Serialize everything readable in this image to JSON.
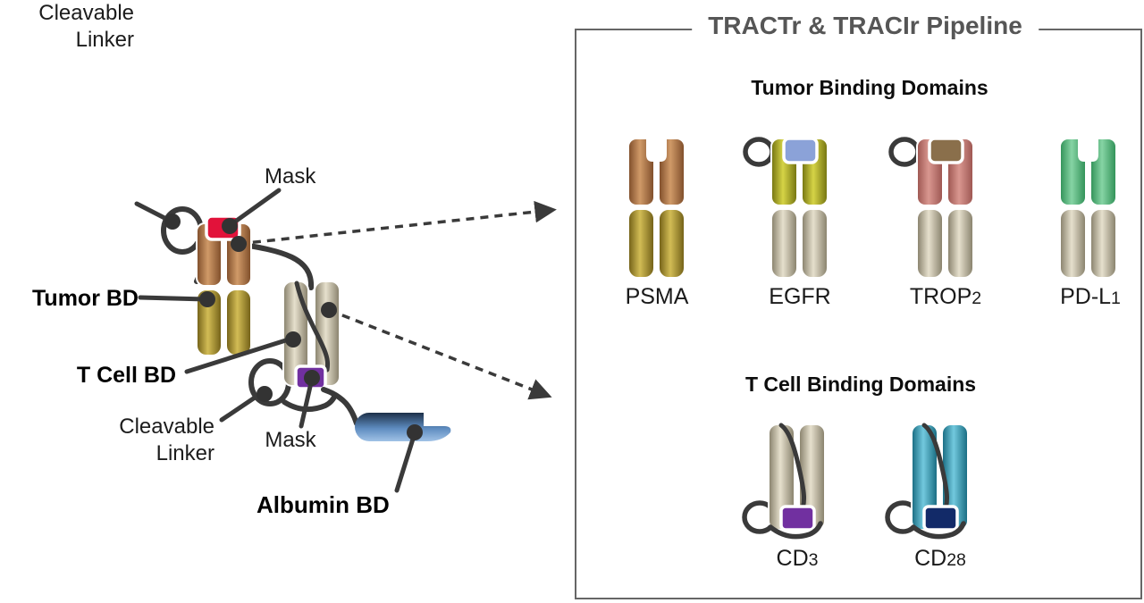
{
  "panel": {
    "title": "TRACTr & TRACIr Pipeline",
    "tumor_section": {
      "heading": "Tumor Binding Domains",
      "items": [
        {
          "label": "PSMA",
          "style": "notched",
          "top_color": "copper",
          "bottom_color": "gold"
        },
        {
          "label": "EGFR",
          "style": "masked",
          "top_color": "olive",
          "bottom_color": "tan",
          "mask_color": "periwinkle"
        },
        {
          "label": "TROP2",
          "style": "masked",
          "top_color": "rose",
          "bottom_color": "tan",
          "mask_color": "brown"
        },
        {
          "label": "PD-L1",
          "style": "notched",
          "top_color": "green",
          "bottom_color": "tan"
        }
      ]
    },
    "tcell_section": {
      "heading": "T Cell Binding Domains",
      "items": [
        {
          "label": "CD3",
          "rod_color": "tan",
          "mask_color": "purple"
        },
        {
          "label": "CD28",
          "rod_color": "teal",
          "mask_color": "navy"
        }
      ]
    }
  },
  "left_diagram": {
    "labels": {
      "cleavable_linker_top": {
        "line1": "Cleavable",
        "line2": "Linker"
      },
      "mask_top": "Mask",
      "tumor_bd": "Tumor BD",
      "t_cell_bd": "T Cell BD",
      "cleavable_linker_bottom": {
        "line1": "Cleavable",
        "line2": "Linker"
      },
      "mask_bottom": "Mask",
      "albumin_bd": "Albumin BD"
    }
  },
  "colors": {
    "copper_dark": "#7c4b28",
    "copper_light": "#d09a68",
    "gold_dark": "#6f5d15",
    "gold_light": "#d2bc55",
    "tan_dark": "#857e69",
    "tan_light": "#e6e0cd",
    "olive_dark": "#71710f",
    "olive_light": "#d6d446",
    "rose_dark": "#9b544f",
    "rose_light": "#d99790",
    "green_dark": "#2e8f55",
    "green_light": "#86d4a4",
    "teal_dark": "#15687e",
    "teal_light": "#72c9de",
    "albumin_dark": "#1d3049",
    "albumin_mid": "#5e8cc0",
    "albumin_light": "#a0c2e6",
    "mask_red": "#e2123a",
    "mask_periwinkle": "#8ba2d8",
    "mask_brown": "#8a6f4b",
    "mask_purple": "#7130a0",
    "mask_navy": "#122a68",
    "line": "#3a3a3a",
    "dot": "#333333",
    "title_gray": "#565656",
    "border": "#666666"
  }
}
